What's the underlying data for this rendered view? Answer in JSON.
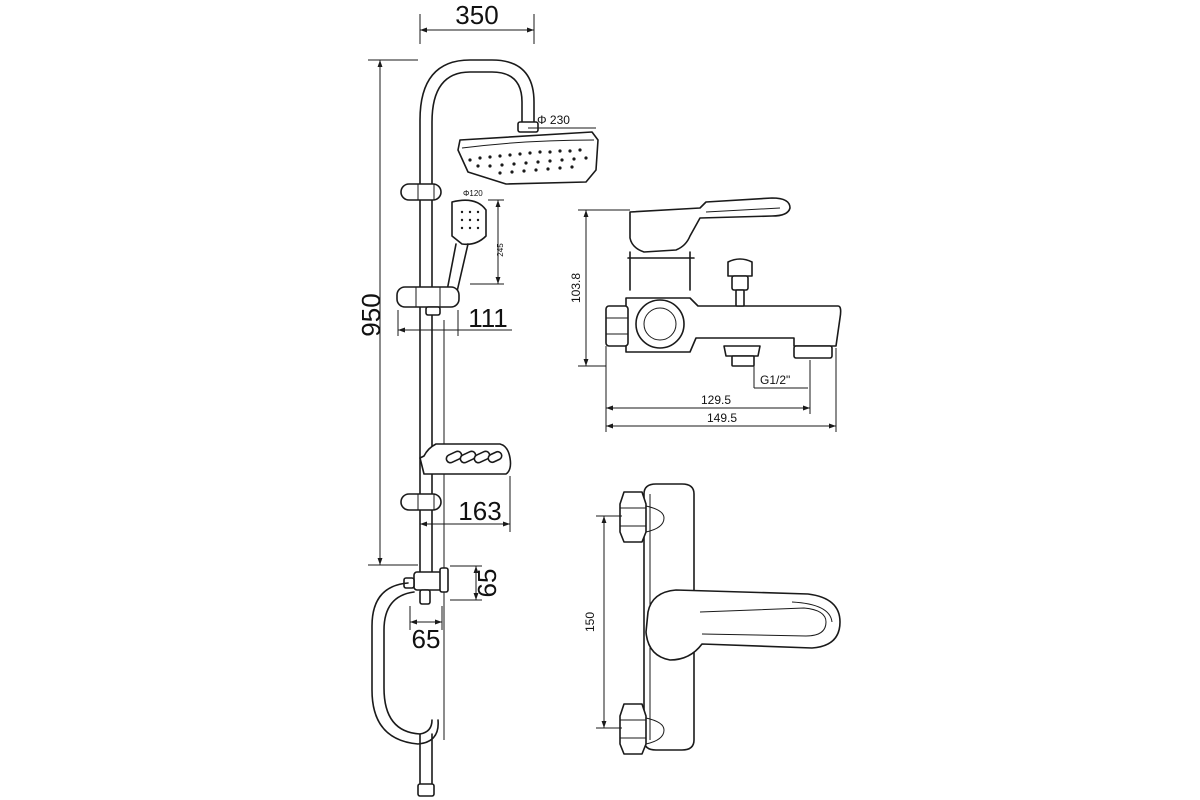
{
  "dimensions": {
    "shower_rail": {
      "width": "350",
      "height": "950",
      "head_diameter": "Φ 230",
      "handshower_diameter": "Φ120",
      "handshower_length": "245",
      "holder_offset": "111",
      "soap_dish_offset": "163",
      "diverter_height": "65",
      "diverter_width": "65"
    },
    "mixer_side_view": {
      "height": "103.8",
      "outlet_thread": "G1/2\"",
      "spout_length": "129.5",
      "overall_length": "149.5"
    },
    "mixer_front_view": {
      "connection_spacing": "150"
    }
  }
}
